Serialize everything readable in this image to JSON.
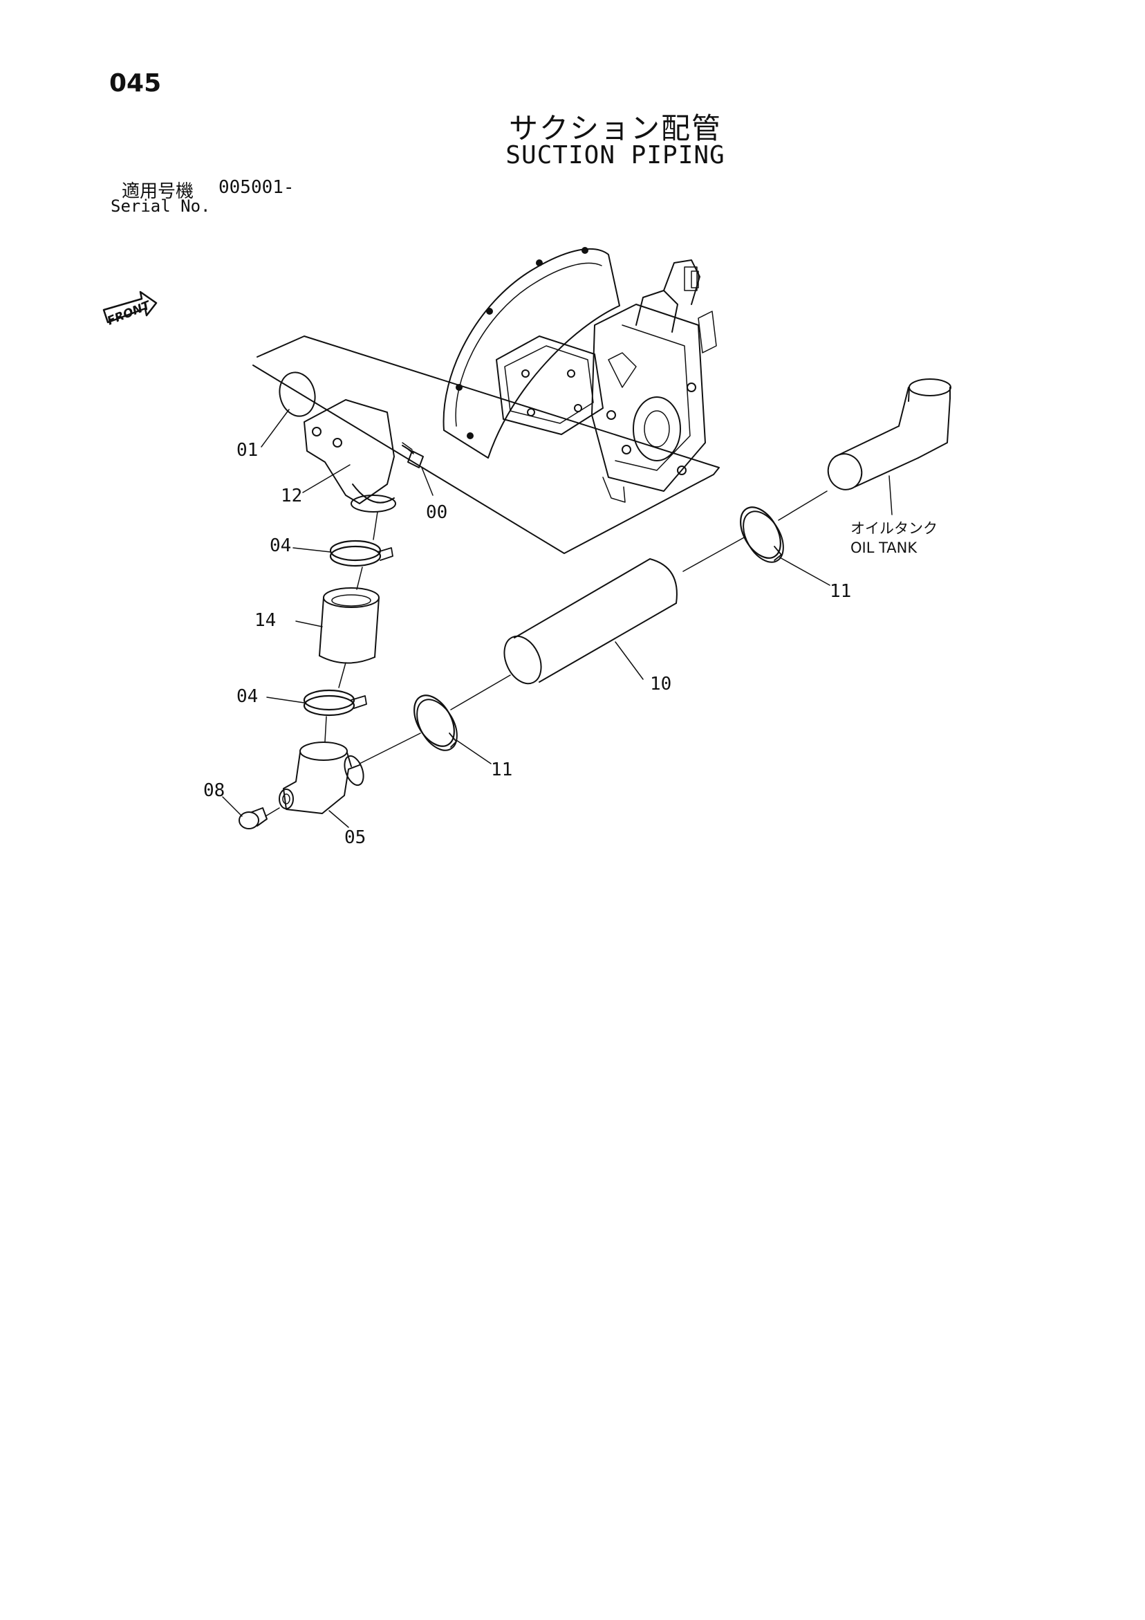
{
  "header": {
    "page_number": "045",
    "title_jp": "サクション配管",
    "title_en": "SUCTION PIPING",
    "serial_label_jp": "適用号機",
    "serial_label_en": "Serial No.",
    "serial_value": "005001-"
  },
  "diagram": {
    "front_marker": "FRONT",
    "oil_tank_label_jp": "オイルタンク",
    "oil_tank_label_en": "OIL TANK",
    "callouts": {
      "c01": "01",
      "c12": "12",
      "c00": "00",
      "c04a": "04",
      "c14": "14",
      "c04b": "04",
      "c08": "08",
      "c05": "05",
      "c10": "10",
      "c11a": "11",
      "c11b": "11"
    }
  }
}
